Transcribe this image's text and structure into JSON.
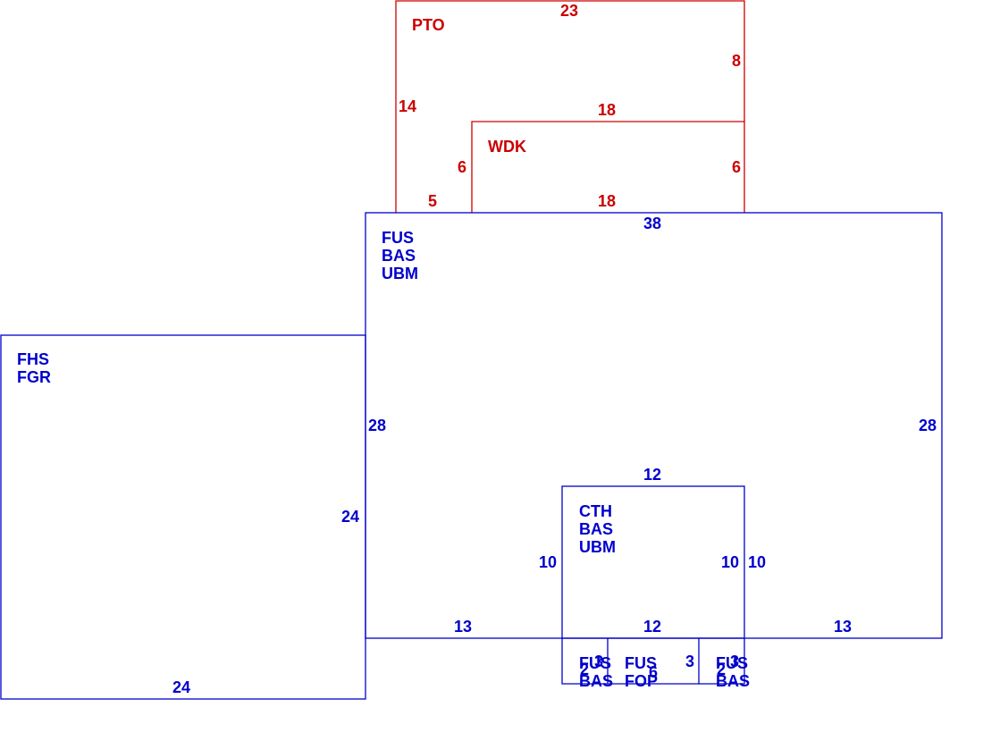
{
  "colors": {
    "main": "#0000cc",
    "deck": "#cc0000",
    "background": "#ffffff"
  },
  "areas": {
    "pto": {
      "code": "PTO"
    },
    "wdk": {
      "code": "WDK"
    },
    "main_house": {
      "codes": [
        "FUS",
        "BAS",
        "UBM"
      ]
    },
    "garage": {
      "codes": [
        "FHS",
        "FGR"
      ]
    },
    "cathedral": {
      "codes": [
        "CTH",
        "BAS",
        "UBM"
      ]
    },
    "bay_left": {
      "codes": [
        "FUS",
        "BAS"
      ]
    },
    "porch": {
      "codes": [
        "FUS",
        "FOP"
      ]
    },
    "bay_right": {
      "codes": [
        "FUS",
        "BAS"
      ]
    }
  },
  "dimensions": {
    "pto_top": "23",
    "pto_right": "8",
    "pto_left": "14",
    "pto_bottom": "5",
    "wdk_top": "18",
    "wdk_left": "6",
    "wdk_right": "6",
    "wdk_bottom": "18",
    "main_top": "38",
    "main_left": "28",
    "main_right": "28",
    "main_bottom_left": "13",
    "main_bottom_right": "13",
    "garage_right": "24",
    "garage_bottom": "24",
    "cth_top": "12",
    "cth_left": "10",
    "cth_right_inner": "10",
    "cth_right_outer": "10",
    "cth_bottom": "12",
    "bay_left_top": "3",
    "bay_left_side": "2",
    "porch_side": "3",
    "porch_bottom": "6",
    "bay_right_top": "3",
    "bay_right_side": "2"
  }
}
